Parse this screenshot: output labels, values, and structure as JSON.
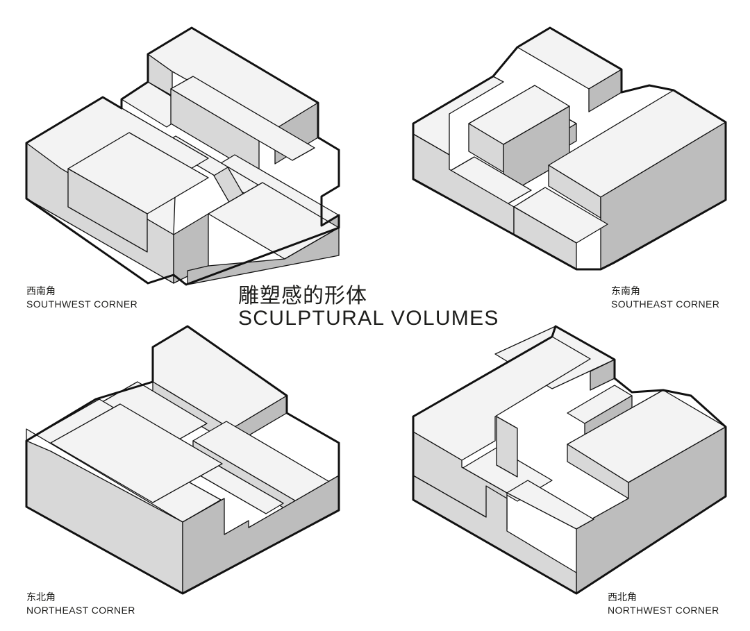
{
  "title": {
    "chinese": "雕塑感的形体",
    "english": "SCULPTURAL VOLUMES"
  },
  "views": {
    "southwest": {
      "chinese": "西南角",
      "english": "SOUTHWEST CORNER"
    },
    "southeast": {
      "chinese": "东南角",
      "english": "SOUTHEAST CORNER"
    },
    "northeast": {
      "chinese": "东北角",
      "english": "NORTHEAST CORNER"
    },
    "northwest": {
      "chinese": "西北角",
      "english": "NORTHWEST CORNER"
    }
  },
  "colors": {
    "top_face": "#f3f3f3",
    "left_face": "#d8d8d8",
    "right_face": "#bdbdbd",
    "outline": "#111111",
    "text": "#1d1d1b"
  }
}
